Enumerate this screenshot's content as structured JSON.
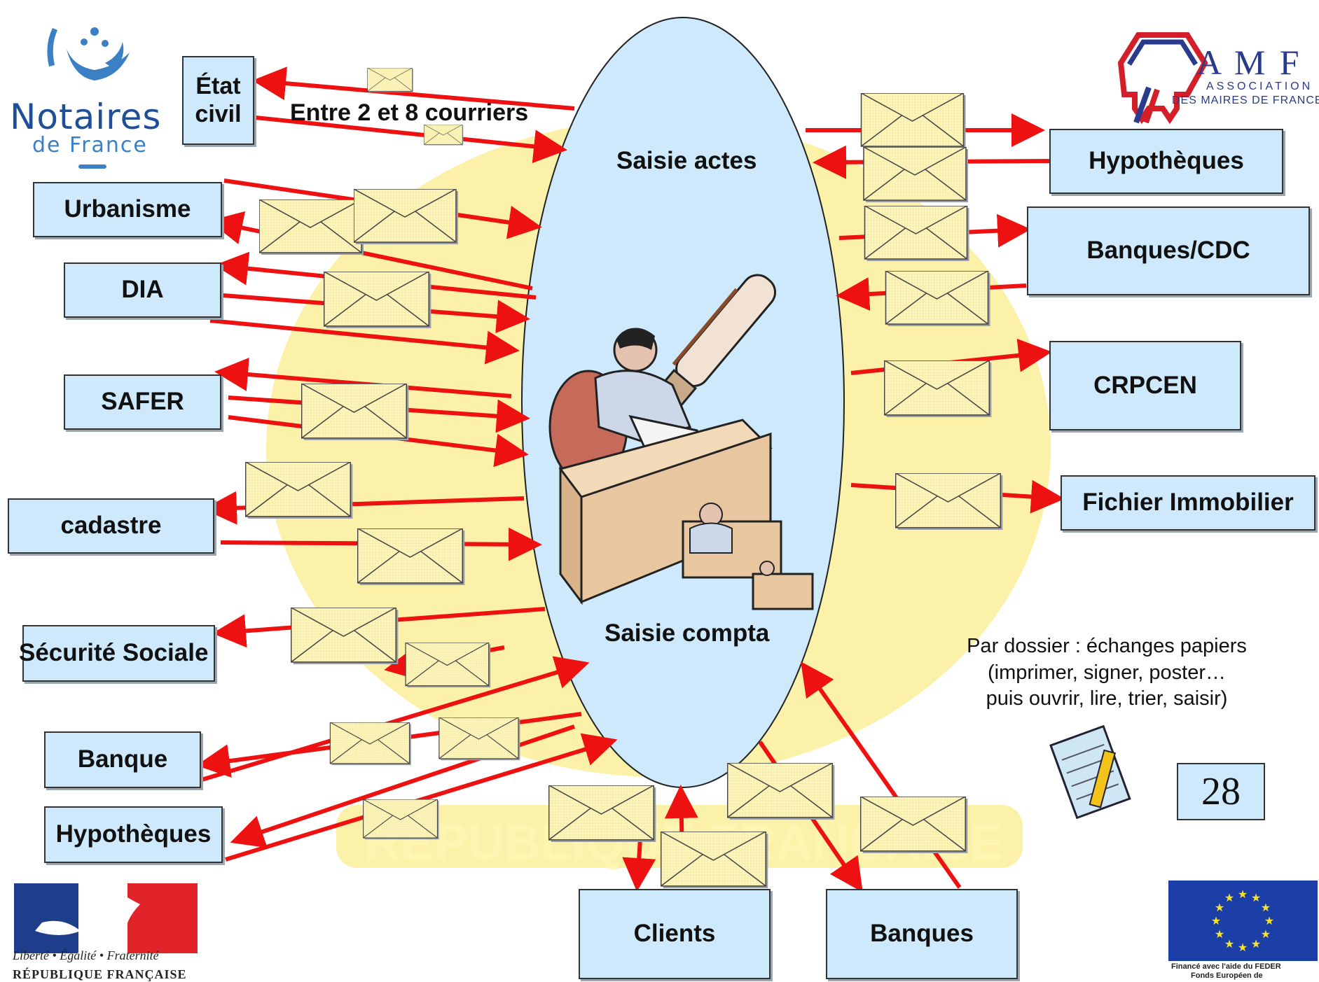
{
  "colors": {
    "arrow": "#ee1111",
    "box_fill": "#cde9fb",
    "ellipse_fill": "#cde9fb",
    "envelope_fill": "#fbf3b8",
    "watermark": "#fcef9a"
  },
  "center": {
    "top_label": "Saisie actes",
    "bottom_label": "Saisie compta"
  },
  "header_note": "Entre 2 et 8 courriers",
  "left_boxes": {
    "etat_civil": "État civil",
    "urbanisme": "Urbanisme",
    "dia": "DIA",
    "safer": "SAFER",
    "cadastre": "cadastre",
    "securite_sociale": "Sécurité Sociale",
    "banque": "Banque",
    "hypotheques": "Hypothèques"
  },
  "right_boxes": {
    "hypotheques": "Hypothèques",
    "banques_cdc": "Banques/CDC",
    "crpcen": "CRPCEN",
    "fichier_immobilier": "Fichier Immobilier"
  },
  "bottom_boxes": {
    "clients": "Clients",
    "banques": "Banques"
  },
  "note": {
    "line1": "Par dossier : échanges papiers",
    "line2": "(imprimer, signer, poster…",
    "line3": "puis ouvrir, lire, trier, saisir)"
  },
  "page_number": "28",
  "logos": {
    "notaires_line1": "Notaires",
    "notaires_line2": "de France",
    "amf_title": "A M F",
    "amf_line1": "ASSOCIATION",
    "amf_line2": "DES MAIRES DE FRANCE",
    "republique_motto": "Liberté • Égalité • Fraternité",
    "republique_name": "RÉPUBLIQUE FRANÇAISE",
    "eu_line1": "Financé avec l'aide du FEDER",
    "eu_line2": "Fonds Européen de"
  },
  "icons": [
    "writer-at-desk-icon",
    "pen-icon",
    "notepad-pencil-icon",
    "envelope-icon",
    "marianne-logo",
    "eu-flag-logo",
    "amf-logo",
    "notaires-logo"
  ]
}
